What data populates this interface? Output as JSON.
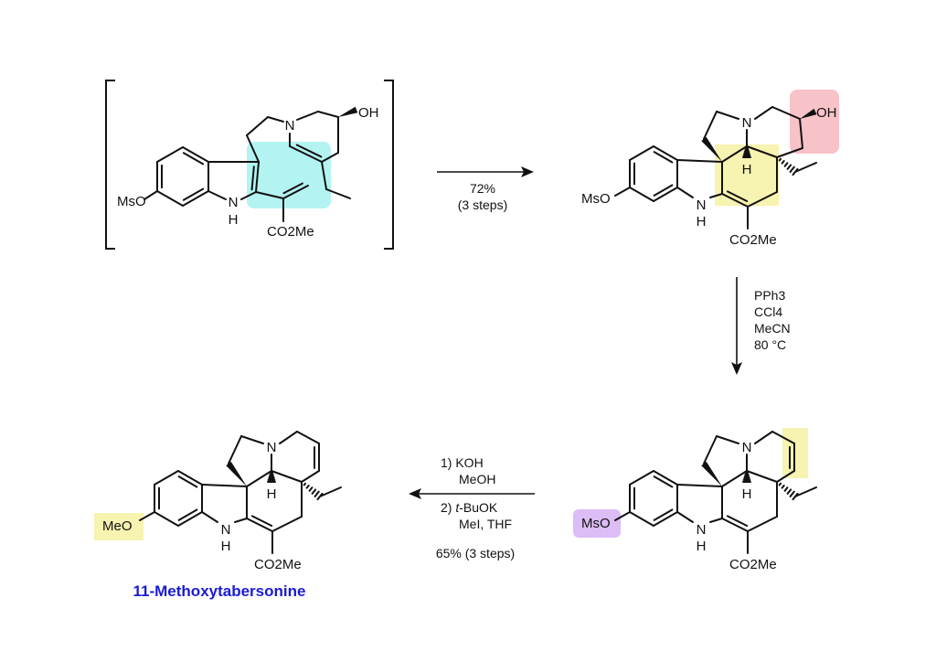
{
  "colors": {
    "cyan": "#b3f4f2",
    "yellow": "#f7f3b0",
    "pink": "#f7c2c8",
    "purple": "#dcbdf5",
    "title": "#1a1ad6"
  },
  "intermediate": {
    "mso": "MsO",
    "nh_n": "N",
    "nh_h": "H",
    "n": "N",
    "oh": "OH",
    "ester": "CO2Me"
  },
  "product1": {
    "mso": "MsO",
    "nh_n": "N",
    "nh_h": "H",
    "n": "N",
    "h": "H",
    "oh": "OH",
    "ester": "CO2Me"
  },
  "product2": {
    "mso": "MsO",
    "nh_n": "N",
    "nh_h": "H",
    "n": "N",
    "h": "H",
    "ester": "CO2Me"
  },
  "final": {
    "meo": "MeO",
    "nh_n": "N",
    "nh_h": "H",
    "n": "N",
    "h": "H",
    "ester": "CO2Me",
    "name": "11-Methoxytabersonine"
  },
  "step1": {
    "yield": "72%",
    "steps": "(3 steps)"
  },
  "step2": {
    "reagents": [
      "PPh3",
      "CCl4",
      "MeCN",
      "80 °C"
    ]
  },
  "step3": {
    "line1": "1) KOH",
    "line2": "MeOH",
    "line3a": "2) ",
    "line3b": "t",
    "line3c": "-BuOK",
    "line4": "MeI, THF",
    "yield": "65% (3 steps)"
  }
}
